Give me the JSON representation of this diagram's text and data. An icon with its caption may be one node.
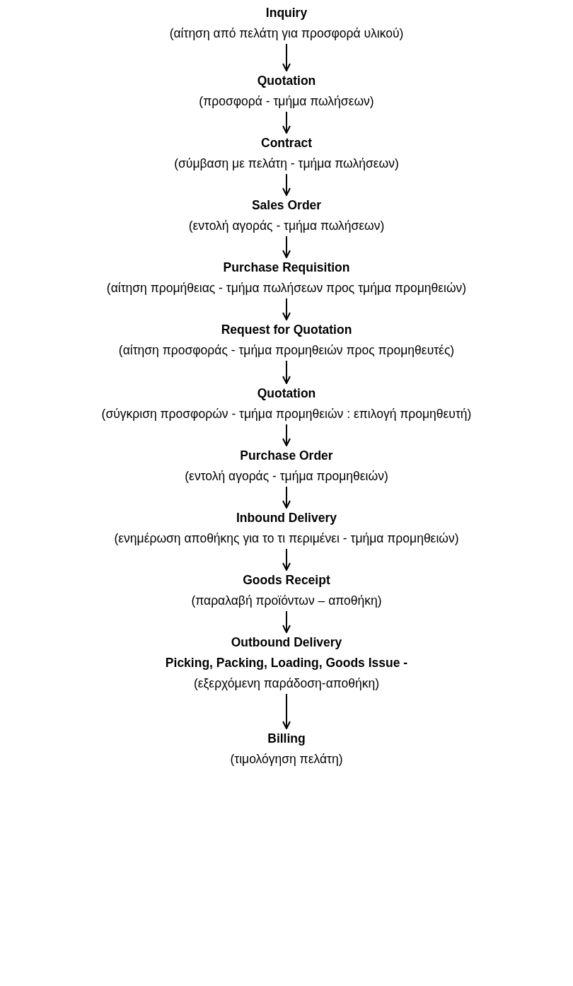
{
  "diagram": {
    "nodes": [
      {
        "text": [
          "Inquiry",
          "(αίτηση από πελάτη για προσφορά υλικού)"
        ]
      },
      {
        "text": [
          "Quotation",
          "(προσφορά - τμήμα πωλήσεων)"
        ]
      },
      {
        "text": [
          "Contract",
          "(σύμβαση με πελάτη - τμήμα πωλήσεων)"
        ]
      },
      {
        "text": [
          "Sales Order",
          "(εντολή αγοράς - τμήμα πωλήσεων)"
        ]
      },
      {
        "text": [
          "Purchase Requisition",
          "(αίτηση προμήθειας - τμήμα πωλήσεων προς τμήμα προμηθειών)"
        ]
      },
      {
        "text": [
          "Request for Quotation",
          "(αίτηση προσφοράς - τμήμα προμηθειών προς προμηθευτές)"
        ]
      },
      {
        "text": [
          "Quotation",
          "(σύγκριση προσφορών - τμήμα προμηθειών : επιλογή προμηθευτή)"
        ]
      },
      {
        "text": [
          "Purchase Order",
          "(εντολή αγοράς - τμήμα προμηθειών)"
        ]
      },
      {
        "text": [
          "Inbound Delivery",
          "(ενημέρωση αποθήκης για το τι περιμένει - τμήμα προμηθειών)"
        ]
      },
      {
        "text": [
          "Goods Receipt",
          "(παραλαβή προϊόντων – αποθήκη)"
        ]
      },
      {
        "text": [
          "Outbound Delivery",
          "Picking, Packing, Loading, Goods Issue -",
          "(εξερχόμενη παράδοση-αποθήκη)"
        ]
      },
      {
        "text": [
          "Billing",
          "(τιμολόγηση πελάτη)"
        ]
      }
    ],
    "edges": [
      {
        "from": 0,
        "to": 1,
        "arrow": "to"
      },
      {
        "from": 1,
        "to": 2,
        "arrow": "to"
      },
      {
        "from": 2,
        "to": 3,
        "arrow": "to"
      },
      {
        "from": 3,
        "to": 4,
        "arrow": "to"
      },
      {
        "from": 4,
        "to": 5,
        "arrow": "to"
      },
      {
        "from": 5,
        "to": 6,
        "arrow": "to"
      },
      {
        "from": 6,
        "to": 7,
        "arrow": "to"
      },
      {
        "from": 7,
        "to": 8,
        "arrow": "to"
      },
      {
        "from": 8,
        "to": 9,
        "arrow": "to"
      },
      {
        "from": 9,
        "to": 10,
        "arrow": "to"
      },
      {
        "from": 10,
        "to": 11,
        "arrow": "to"
      }
    ]
  }
}
